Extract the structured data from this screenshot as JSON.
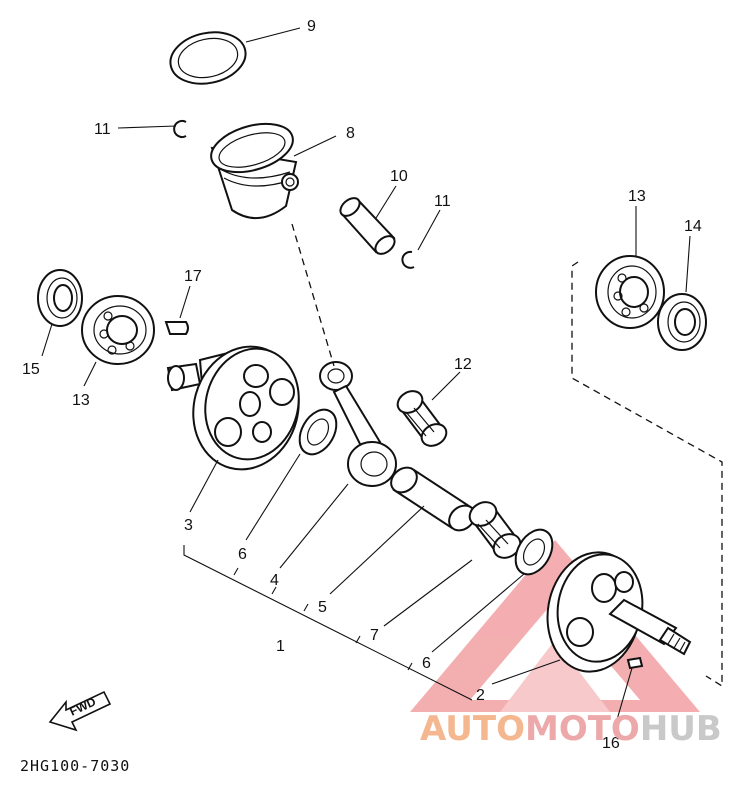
{
  "diagram": {
    "diagram_code": "2HG100-7030",
    "fwd_label": "FWD",
    "watermark": {
      "part_a": "AUTO",
      "part_b": "MOTO",
      "part_c": "HUB"
    },
    "callouts": {
      "c9": "9",
      "c11_left": "11",
      "c8": "8",
      "c10": "10",
      "c11_right": "11",
      "c13_right": "13",
      "c14": "14",
      "c17": "17",
      "c15": "15",
      "c13_left": "13",
      "c12": "12",
      "c3": "3",
      "c6_left": "6",
      "c4": "4",
      "c5": "5",
      "c1": "1",
      "c7": "7",
      "c6_right": "6",
      "c2": "2",
      "c16": "16"
    }
  }
}
